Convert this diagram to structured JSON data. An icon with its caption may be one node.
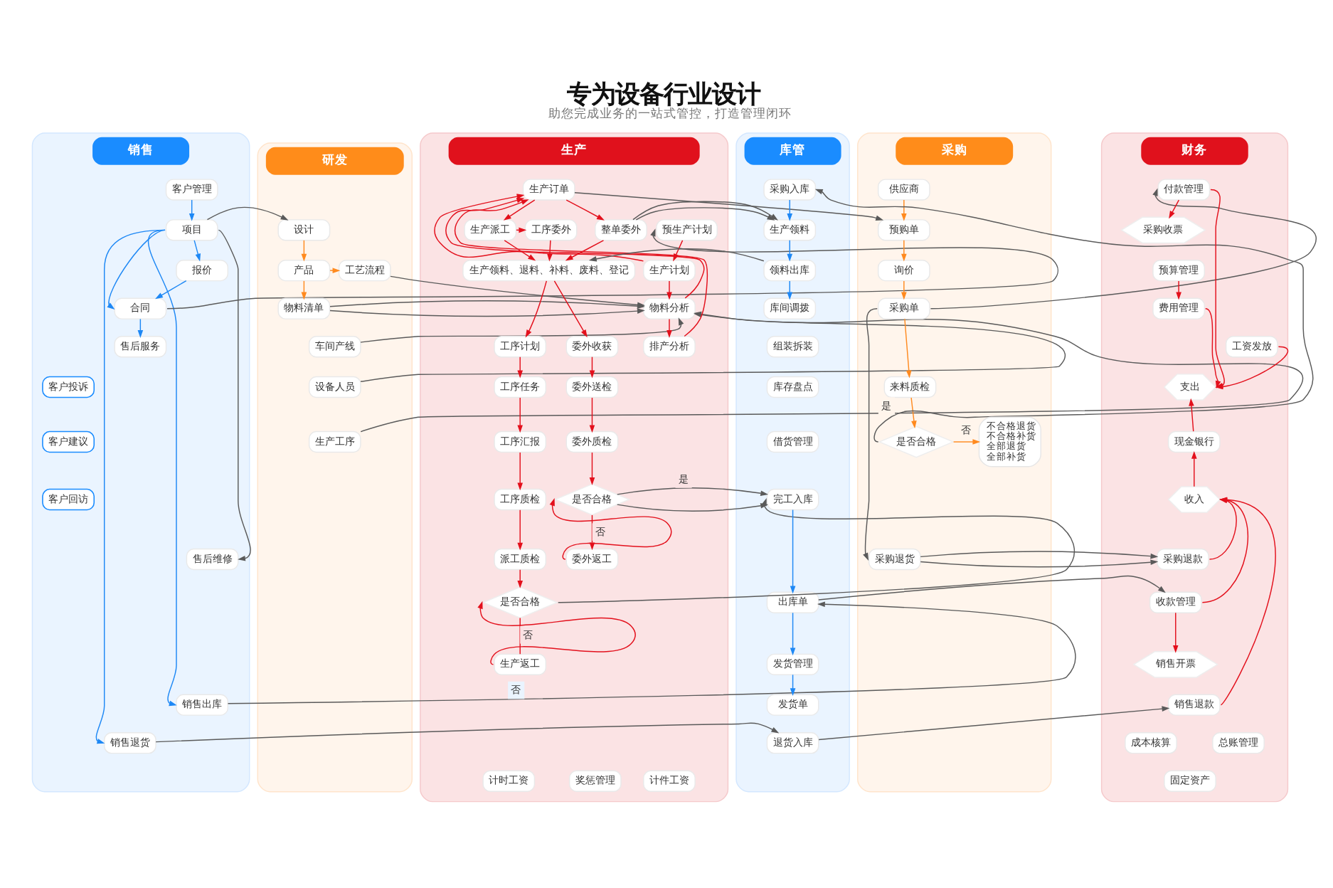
{
  "diagram": {
    "title": "专为设备行业设计",
    "caption": "助您完成业务的一站式管控，打造管理闭环",
    "nodes": [
      {
        "text": [
          "销售"
        ]
      },
      {
        "text": [
          "客户管理"
        ],
        "in": 0
      },
      {
        "text": [
          "项目"
        ],
        "in": 0
      },
      {
        "text": [
          "报价"
        ],
        "in": 0
      },
      {
        "text": [
          "合同"
        ],
        "in": 0
      },
      {
        "text": [
          "售后服务"
        ],
        "in": 0
      },
      {
        "text": [
          "客户投诉"
        ],
        "in": 0
      },
      {
        "text": [
          "客户建议"
        ],
        "in": 0
      },
      {
        "text": [
          "客户回访"
        ],
        "in": 0
      },
      {
        "text": [
          "售后维修"
        ],
        "in": 0
      },
      {
        "text": [
          "销售出库"
        ],
        "in": 0
      },
      {
        "text": [
          "销售退货"
        ],
        "in": 0
      },
      {
        "text": [
          "研发"
        ]
      },
      {
        "text": [
          "设计"
        ],
        "in": 12
      },
      {
        "text": [
          "产品"
        ],
        "in": 12
      },
      {
        "text": [
          "工艺流程"
        ],
        "in": 12
      },
      {
        "text": [
          "物料清单"
        ],
        "in": 12
      },
      {
        "text": [
          "车间产线"
        ],
        "in": 12
      },
      {
        "text": [
          "设备人员"
        ],
        "in": 12
      },
      {
        "text": [
          "生产工序"
        ],
        "in": 12
      },
      {
        "text": [
          "生产"
        ]
      },
      {
        "text": [
          "预生产计划"
        ],
        "in": 20
      },
      {
        "text": [
          "生产计划"
        ],
        "in": 20
      },
      {
        "text": [
          "物料分析"
        ],
        "in": 20
      },
      {
        "text": [
          "排产分析"
        ],
        "in": 20
      },
      {
        "text": [
          "生产订单"
        ],
        "in": 20
      },
      {
        "text": [
          "生产派工"
        ],
        "in": 20
      },
      {
        "text": [
          "工序委外"
        ],
        "in": 20
      },
      {
        "text": [
          "整单委外"
        ],
        "in": 20
      },
      {
        "text": [
          "生产领料、退料、补料、废料、登记"
        ],
        "in": 20
      },
      {
        "text": [
          "工序计划"
        ],
        "in": 20
      },
      {
        "text": [
          "工序任务"
        ],
        "in": 20
      },
      {
        "text": [
          "工序汇报"
        ],
        "in": 20
      },
      {
        "text": [
          "工序质检"
        ],
        "in": 20
      },
      {
        "text": [
          "派工质检"
        ],
        "in": 20
      },
      {
        "text": [
          "是否合格"
        ],
        "in": 20
      },
      {
        "text": [
          "生产返工"
        ],
        "in": 20
      },
      {
        "text": [
          "委外收获"
        ],
        "in": 20
      },
      {
        "text": [
          "委外送检"
        ],
        "in": 20
      },
      {
        "text": [
          "委外质检"
        ],
        "in": 20
      },
      {
        "text": [
          "是否合格"
        ],
        "in": 20
      },
      {
        "text": [
          "委外返工"
        ],
        "in": 20
      },
      {
        "text": [
          "计件工资"
        ],
        "in": 20
      },
      {
        "text": [
          "奖惩管理"
        ],
        "in": 20
      },
      {
        "text": [
          "计时工资"
        ],
        "in": 20
      },
      {
        "text": [
          "库管"
        ]
      },
      {
        "text": [
          "采购入库"
        ],
        "in": 45
      },
      {
        "text": [
          "生产领料"
        ],
        "in": 45
      },
      {
        "text": [
          "领料出库"
        ],
        "in": 45
      },
      {
        "text": [
          "库间调拨"
        ],
        "in": 45
      },
      {
        "text": [
          "组装拆装"
        ],
        "in": 45
      },
      {
        "text": [
          "库存盘点"
        ],
        "in": 45
      },
      {
        "text": [
          "借货管理"
        ],
        "in": 45
      },
      {
        "text": [
          "完工入库"
        ],
        "in": 45
      },
      {
        "text": [
          "出库单"
        ],
        "in": 45
      },
      {
        "text": [
          "发货管理"
        ],
        "in": 45
      },
      {
        "text": [
          "发货单"
        ],
        "in": 45
      },
      {
        "text": [
          "退货入库"
        ],
        "in": 45
      },
      {
        "text": [
          "采购"
        ]
      },
      {
        "text": [
          "供应商"
        ],
        "in": 58
      },
      {
        "text": [
          "预购单"
        ],
        "in": 58
      },
      {
        "text": [
          "询价"
        ],
        "in": 58
      },
      {
        "text": [
          "采购单"
        ],
        "in": 58
      },
      {
        "text": [
          "来料质检"
        ],
        "in": 58
      },
      {
        "text": [
          "是否合格"
        ],
        "in": 58
      },
      {
        "text": [
          "不合格退货",
          "不合格补货",
          "全部退货",
          "全部补货"
        ],
        "in": 58
      },
      {
        "text": [
          "采购退货"
        ],
        "in": 58
      },
      {
        "text": [
          "财务"
        ]
      },
      {
        "text": [
          "付款管理"
        ],
        "in": 67
      },
      {
        "text": [
          "采购收票"
        ],
        "in": 67
      },
      {
        "text": [
          "预算管理"
        ],
        "in": 67
      },
      {
        "text": [
          "费用管理"
        ],
        "in": 67
      },
      {
        "text": [
          "工资发放"
        ],
        "in": 67
      },
      {
        "text": [
          "支出"
        ],
        "in": 67
      },
      {
        "text": [
          "现金银行"
        ],
        "in": 67
      },
      {
        "text": [
          "收入"
        ],
        "in": 67
      },
      {
        "text": [
          "采购退款"
        ],
        "in": 67
      },
      {
        "text": [
          "收款管理"
        ],
        "in": 67
      },
      {
        "text": [
          "销售开票"
        ],
        "in": 67
      },
      {
        "text": [
          "销售退款"
        ],
        "in": 67
      },
      {
        "text": [
          "总账管理"
        ],
        "in": 67
      },
      {
        "text": [
          "成本核算"
        ],
        "in": 67
      },
      {
        "text": [
          "固定资产"
        ],
        "in": 67
      }
    ],
    "edges": [
      {
        "from": 1,
        "to": 2,
        "arrow": "to",
        "color": "#1e88f5"
      },
      {
        "from": 2,
        "to": 3,
        "arrow": "to",
        "color": "#1e88f5"
      },
      {
        "from": 3,
        "to": 4,
        "arrow": "to",
        "color": "#1e88f5"
      },
      {
        "from": 4,
        "to": 5,
        "arrow": "to",
        "color": "#1e88f5"
      },
      {
        "from": 2,
        "to": 4,
        "arrow": "to",
        "color": "#1e88f5"
      },
      {
        "from": 2,
        "to": 10,
        "arrow": "to",
        "color": "#1e88f5"
      },
      {
        "from": 2,
        "to": 11,
        "arrow": "to",
        "color": "#1e88f5"
      },
      {
        "from": 2,
        "to": 13,
        "arrow": "to",
        "color": "#5a5a5a"
      },
      {
        "from": 2,
        "to": 9,
        "arrow": "to",
        "color": "#5a5a5a"
      },
      {
        "from": 4,
        "to": 21,
        "arrow": "to",
        "color": "#5a5a5a"
      },
      {
        "from": 13,
        "to": 14,
        "arrow": "to",
        "color": "#ff8a1f"
      },
      {
        "from": 14,
        "to": 15,
        "arrow": "to",
        "color": "#ff8a1f"
      },
      {
        "from": 14,
        "to": 16,
        "arrow": "to",
        "color": "#ff8a1f"
      },
      {
        "from": 16,
        "to": 23,
        "arrow": "to",
        "color": "#5a5a5a"
      },
      {
        "from": 15,
        "to": 23,
        "arrow": "to",
        "color": "#5a5a5a"
      },
      {
        "from": 17,
        "to": 23,
        "arrow": "to",
        "color": "#5a5a5a"
      },
      {
        "from": 18,
        "to": 23,
        "arrow": "to",
        "color": "#5a5a5a"
      },
      {
        "from": 19,
        "to": 23,
        "arrow": "to",
        "color": "#5a5a5a"
      },
      {
        "from": 21,
        "to": 22,
        "arrow": "to"
      },
      {
        "from": 22,
        "to": 23,
        "arrow": "to"
      },
      {
        "from": 23,
        "to": 24,
        "arrow": "to"
      },
      {
        "from": 22,
        "to": 25,
        "arrow": "to"
      },
      {
        "from": 23,
        "to": 25,
        "arrow": "to"
      },
      {
        "from": 24,
        "to": 25,
        "arrow": "to"
      },
      {
        "from": 25,
        "to": 26,
        "arrow": "to"
      },
      {
        "from": 25,
        "to": 28,
        "arrow": "to"
      },
      {
        "from": 26,
        "to": 27,
        "arrow": "to"
      },
      {
        "from": 26,
        "to": 29,
        "arrow": "to"
      },
      {
        "from": 27,
        "to": 29,
        "arrow": "to"
      },
      {
        "from": 28,
        "to": 29,
        "arrow": "to"
      },
      {
        "from": 25,
        "to": 60,
        "arrow": "to",
        "color": "#5a5a5a"
      },
      {
        "from": 28,
        "to": 47,
        "arrow": "to",
        "color": "#5a5a5a"
      },
      {
        "from": 48,
        "to": 29,
        "arrow": "to",
        "color": "#5a5a5a"
      },
      {
        "from": 29,
        "to": 30,
        "arrow": "to"
      },
      {
        "from": 29,
        "to": 37,
        "arrow": "to"
      },
      {
        "from": 30,
        "to": 31,
        "arrow": "to"
      },
      {
        "from": 31,
        "to": 32,
        "arrow": "to"
      },
      {
        "from": 32,
        "to": 33,
        "arrow": "to"
      },
      {
        "from": 33,
        "to": 34,
        "arrow": "to"
      },
      {
        "from": 34,
        "to": 35,
        "arrow": "to"
      },
      {
        "from": 35,
        "to": 36,
        "label": "否",
        "arrow": "none"
      },
      {
        "from": 36,
        "to": 35,
        "arrow": "to"
      },
      {
        "from": 35,
        "to": 53,
        "arrow": "to",
        "color": "#5a5a5a"
      },
      {
        "from": 37,
        "to": 38,
        "arrow": "to"
      },
      {
        "from": 38,
        "to": 39,
        "arrow": "to"
      },
      {
        "from": 39,
        "to": 40,
        "arrow": "to"
      },
      {
        "from": 40,
        "to": 41,
        "label": "否",
        "arrow": "to"
      },
      {
        "from": 41,
        "to": 40,
        "arrow": "to"
      },
      {
        "from": 40,
        "to": 53,
        "label": "是",
        "arrow": "to",
        "color": "#5a5a5a"
      },
      {
        "from": 10,
        "to": 54,
        "label": "否",
        "arrow": "to",
        "color": "#5a5a5a"
      },
      {
        "from": 11,
        "to": 57,
        "arrow": "to",
        "color": "#5a5a5a"
      },
      {
        "from": 46,
        "to": 47,
        "arrow": "to",
        "color": "#1e88f5"
      },
      {
        "from": 47,
        "to": 48,
        "arrow": "to",
        "color": "#1e88f5"
      },
      {
        "from": 48,
        "to": 49,
        "arrow": "to",
        "color": "#1e88f5"
      },
      {
        "from": 53,
        "to": 54,
        "arrow": "to",
        "color": "#1e88f5"
      },
      {
        "from": 54,
        "to": 55,
        "arrow": "to",
        "color": "#1e88f5"
      },
      {
        "from": 55,
        "to": 56,
        "arrow": "to",
        "color": "#1e88f5"
      },
      {
        "from": 54,
        "to": 77,
        "arrow": "to",
        "color": "#5a5a5a"
      },
      {
        "from": 57,
        "to": 79,
        "arrow": "to",
        "color": "#5a5a5a"
      },
      {
        "from": 59,
        "to": 60,
        "arrow": "to",
        "color": "#ff8a1f"
      },
      {
        "from": 60,
        "to": 61,
        "arrow": "to",
        "color": "#ff8a1f"
      },
      {
        "from": 61,
        "to": 62,
        "arrow": "to",
        "color": "#ff8a1f"
      },
      {
        "from": 62,
        "to": 63,
        "arrow": "to",
        "color": "#ff8a1f"
      },
      {
        "from": 63,
        "to": 64,
        "arrow": "to",
        "color": "#ff8a1f"
      },
      {
        "from": 64,
        "to": 65,
        "label": "否",
        "arrow": "to",
        "color": "#ff8a1f"
      },
      {
        "from": 64,
        "to": 46,
        "label": "是",
        "arrow": "to",
        "color": "#5a5a5a"
      },
      {
        "from": 62,
        "to": 66,
        "arrow": "to",
        "color": "#5a5a5a"
      },
      {
        "from": 62,
        "to": 68,
        "arrow": "to",
        "color": "#5a5a5a"
      },
      {
        "from": 66,
        "to": 76,
        "arrow": "to",
        "color": "#5a5a5a"
      },
      {
        "from": 68,
        "to": 69,
        "arrow": "to"
      },
      {
        "from": 70,
        "to": 71,
        "arrow": "to"
      },
      {
        "from": 74,
        "to": 73,
        "arrow": "to"
      },
      {
        "from": 75,
        "to": 74,
        "arrow": "to"
      },
      {
        "from": 68,
        "to": 73,
        "arrow": "to"
      },
      {
        "from": 71,
        "to": 73,
        "arrow": "to"
      },
      {
        "from": 72,
        "to": 73,
        "arrow": "to"
      },
      {
        "from": 76,
        "to": 75,
        "arrow": "to"
      },
      {
        "from": 77,
        "to": 75,
        "arrow": "to"
      },
      {
        "from": 79,
        "to": 75,
        "arrow": "to"
      },
      {
        "from": 77,
        "to": 78,
        "arrow": "to"
      }
    ]
  }
}
